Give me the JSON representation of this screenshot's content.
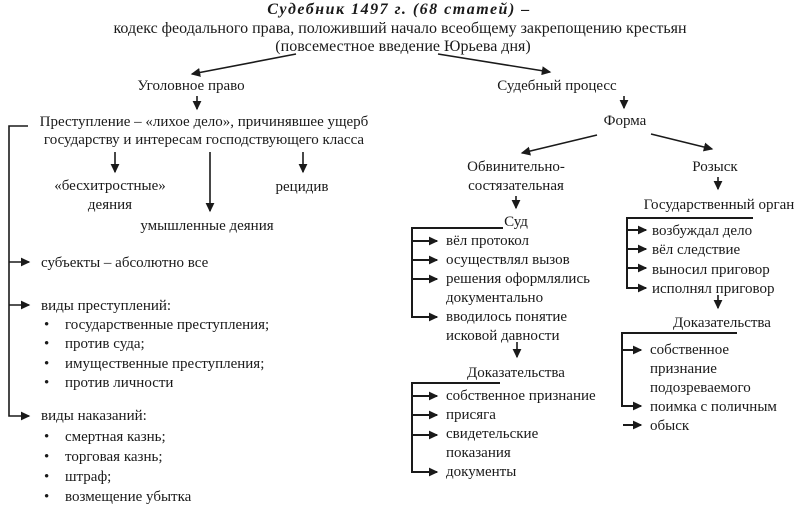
{
  "colors": {
    "ink": "#1a1a1a",
    "background": "#ffffff"
  },
  "title": {
    "line1": "Судебник 1497 г. (68 статей) –",
    "line2": "кодекс феодального права, положивший начало всеобщему закрепощению крестьян",
    "line3": "(повсеместное введение Юрьева дня)"
  },
  "criminal_law": {
    "heading": "Уголовное право",
    "crime_definition": "Преступление – «лихое дело», причинявшее ущерб\nгосударству и интересам господствующего класса",
    "deeds_simple": "«бесхитростные»\nдеяния",
    "deeds_intentional": "умышленные деяния",
    "recidivism": "рецидив",
    "subjects": "субъекты – абсолютно все",
    "crime_types_heading": "виды преступлений:",
    "bullet": "•",
    "crime_types": [
      "государственные преступления;",
      "против суда;",
      "имущественные преступления;",
      "против личности"
    ],
    "punishments_heading": "виды наказаний:",
    "punishments": [
      "смертная казнь;",
      "торговая казнь;",
      "штраф;",
      "возмещение убытка"
    ]
  },
  "judicial_process": {
    "heading": "Судебный процесс",
    "form_label": "Форма",
    "adversarial": {
      "heading": "Обвинительно-\nсостязательная",
      "court_label": "Суд",
      "court_functions": [
        "вёл протокол",
        "осуществлял вызов",
        "решения оформлялись\nдокументально",
        "вводилось понятие\nисковой давности"
      ],
      "evidence_heading": "Доказательства",
      "evidence_types": [
        "собственное признание",
        "присяга",
        "свидетельские\nпоказания",
        "документы"
      ]
    },
    "inquisition": {
      "heading": "Розыск",
      "organ_label": "Государственный орган",
      "organ_functions": [
        "возбуждал дело",
        "вёл следствие",
        "выносил приговор",
        "исполнял приговор"
      ],
      "evidence_heading": "Доказательства",
      "evidence_types": [
        "собственное\nпризнание\nподозреваемого",
        "поимка с поличным",
        "обыск"
      ]
    }
  }
}
